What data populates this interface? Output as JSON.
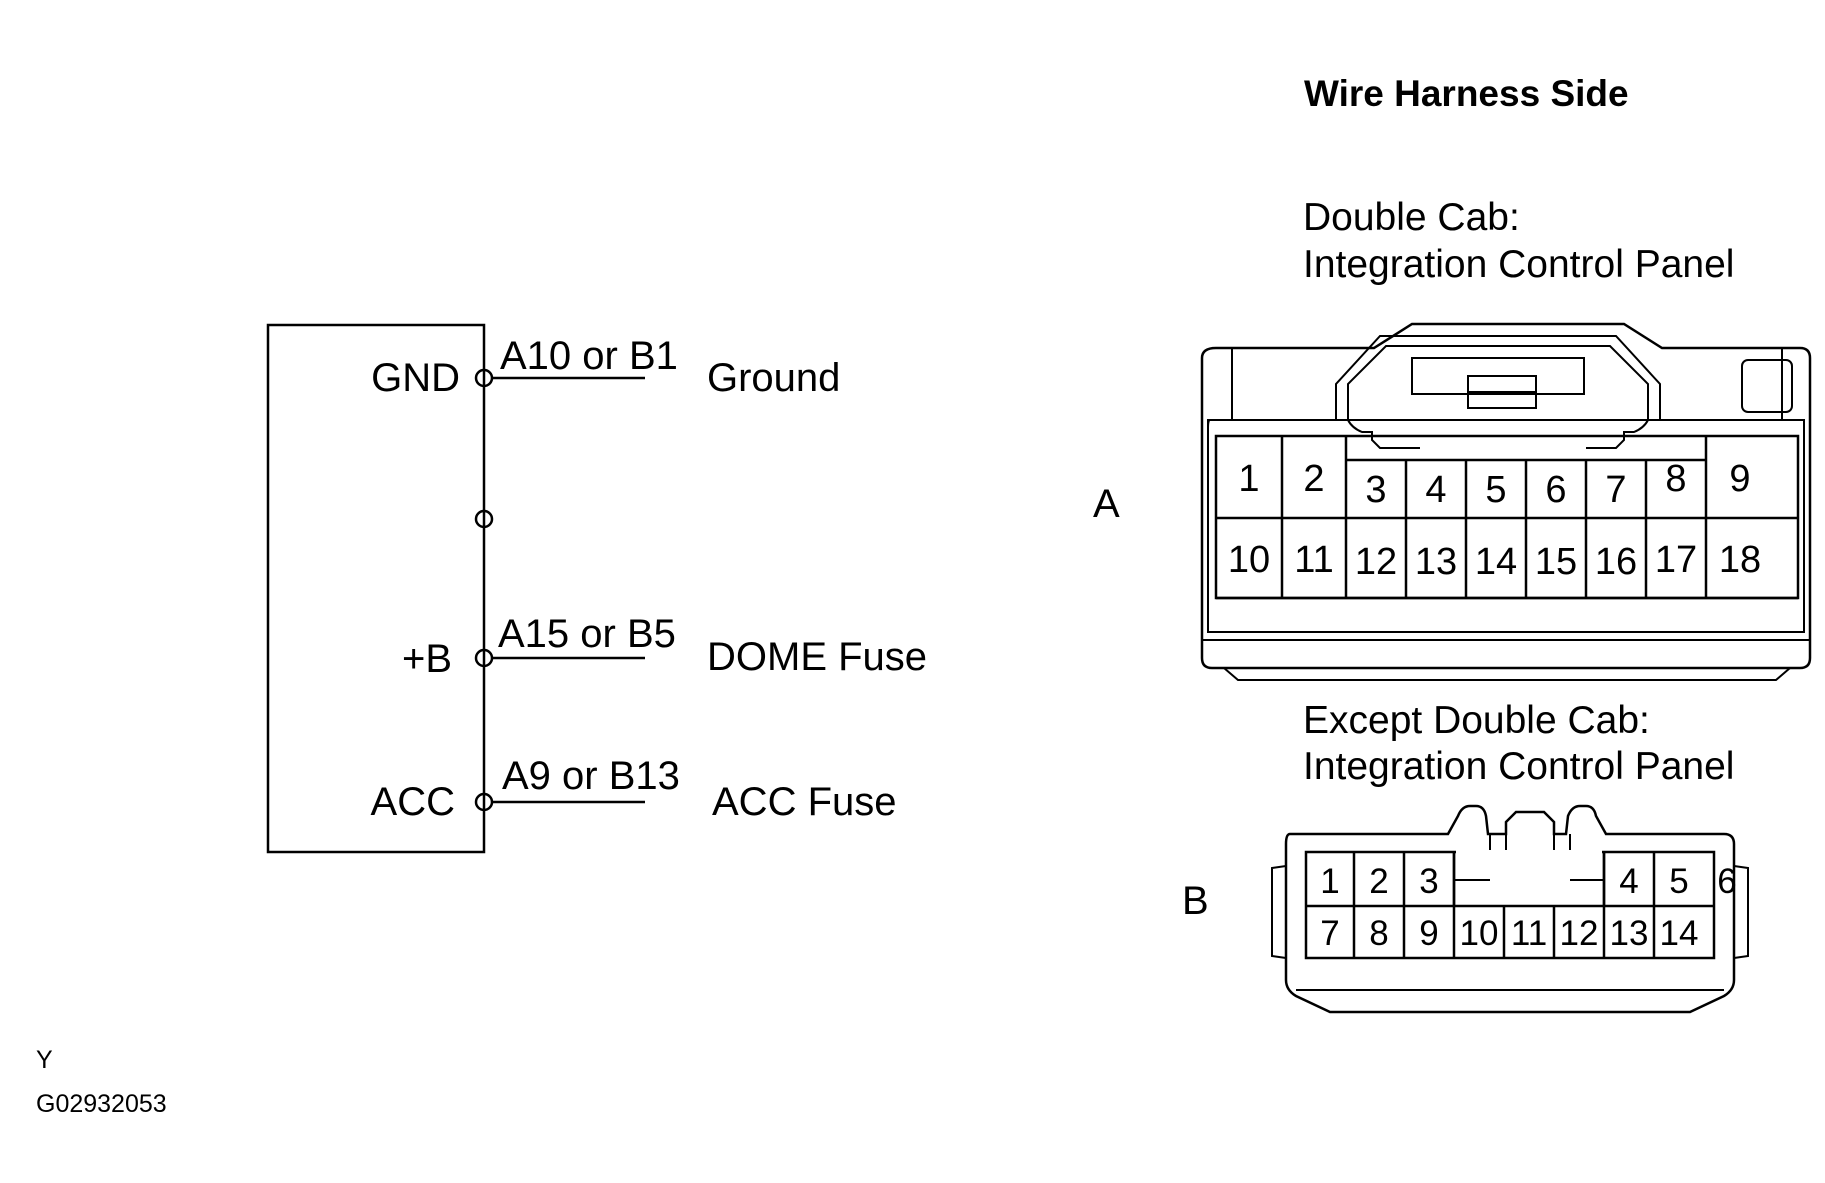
{
  "schematic": {
    "terminals": [
      {
        "name": "GND",
        "pins": "A10 or B1",
        "destination": "Ground"
      },
      {
        "name": "",
        "pins": "",
        "destination": ""
      },
      {
        "name": "+B",
        "pins": "A15 or B5",
        "destination": "DOME Fuse"
      },
      {
        "name": "ACC",
        "pins": "A9 or B13",
        "destination": "ACC Fuse"
      }
    ]
  },
  "connectors": {
    "title": "Wire Harness Side",
    "connector_a": {
      "letter": "A",
      "caption_line1": "Double Cab:",
      "caption_line2": "Integration Control Panel",
      "top_row": [
        "1",
        "2",
        "3",
        "4",
        "5",
        "6",
        "7",
        "8",
        "9"
      ],
      "bottom_row": [
        "10",
        "11",
        "12",
        "13",
        "14",
        "15",
        "16",
        "17",
        "18"
      ]
    },
    "connector_b": {
      "letter": "B",
      "caption_line1": "Except Double Cab:",
      "caption_line2": "Integration Control Panel",
      "top_row": [
        "1",
        "2",
        "3",
        "",
        "",
        "4",
        "5",
        "6"
      ],
      "bottom_row": [
        "7",
        "8",
        "9",
        "10",
        "11",
        "12",
        "13",
        "14"
      ]
    }
  },
  "footer": {
    "letter": "Y",
    "code": "G02932053"
  }
}
